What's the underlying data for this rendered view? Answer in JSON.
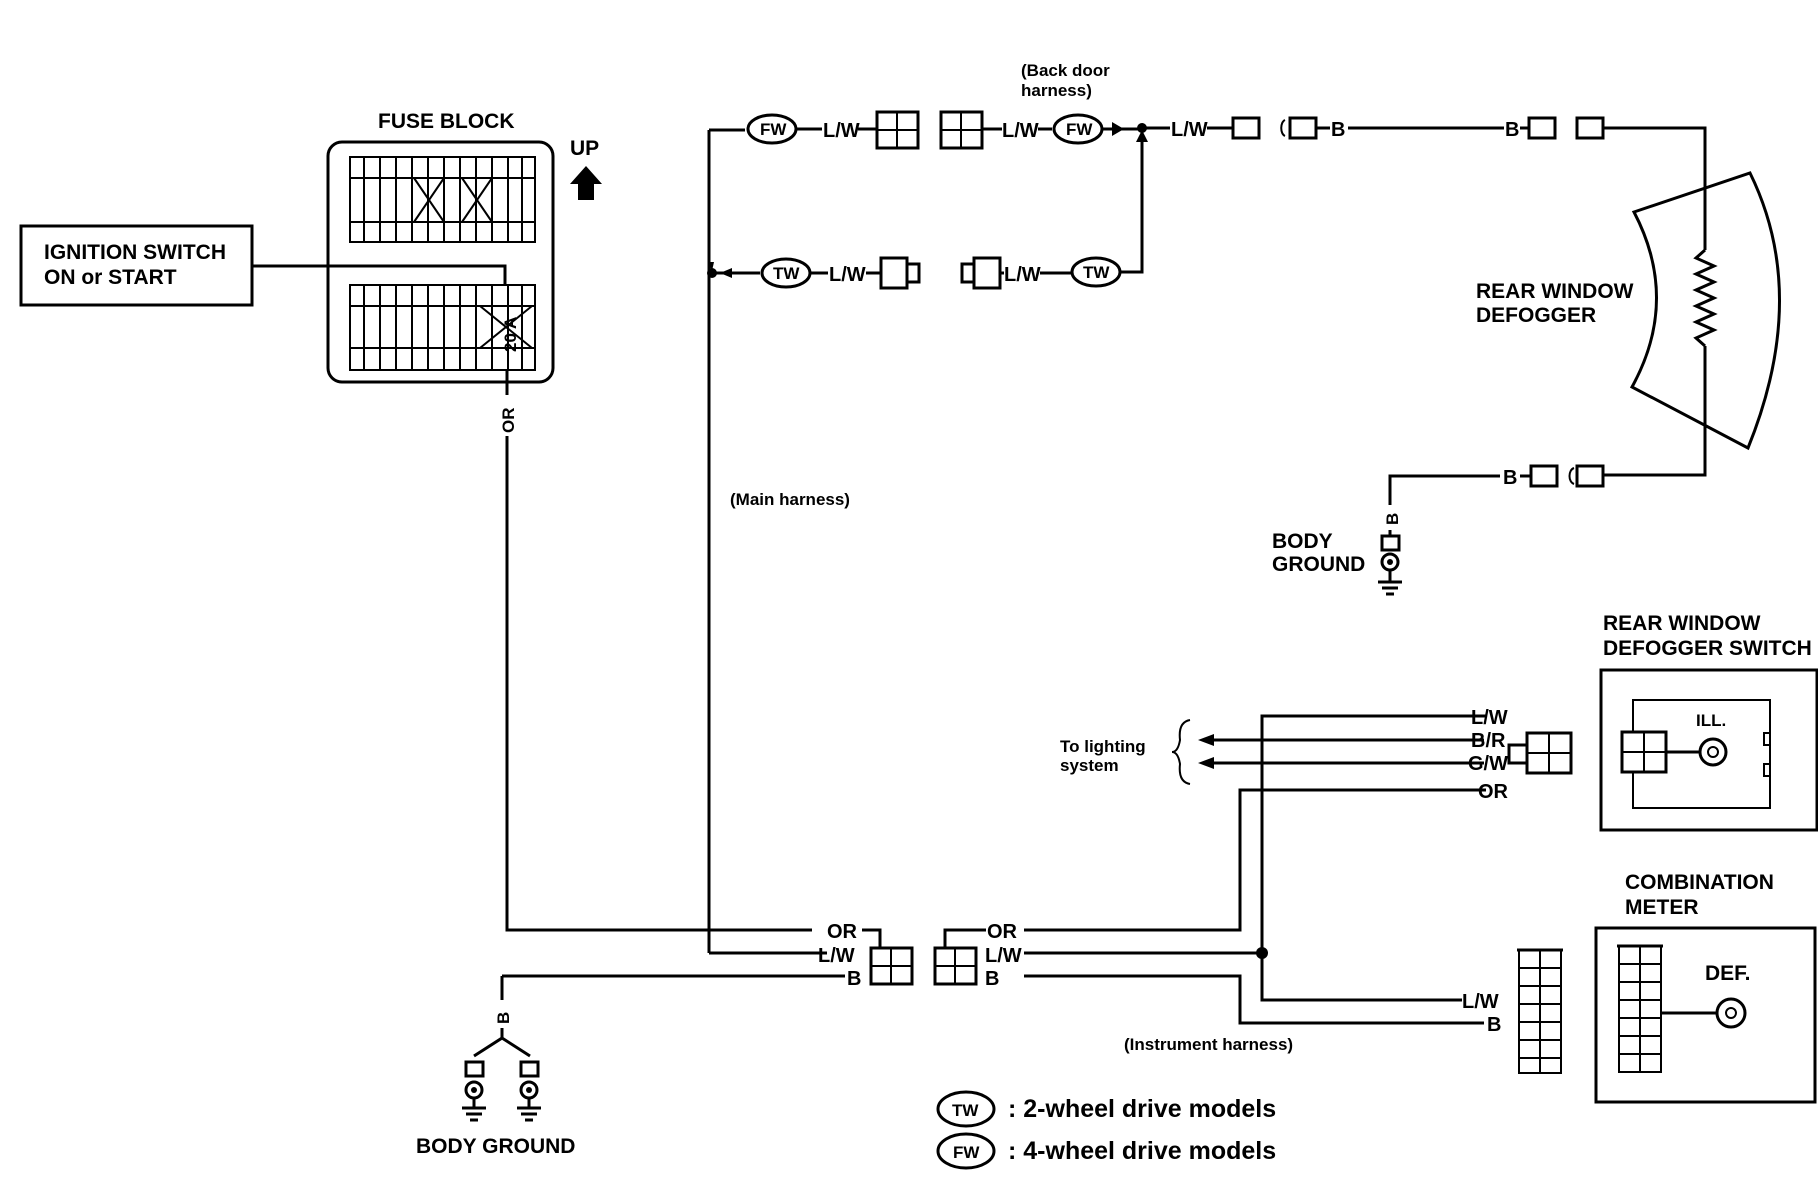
{
  "components": {
    "fuse_block": "FUSE BLOCK",
    "up_label": "UP",
    "fuse_rating": "20 A",
    "ignition_switch_line1": "IGNITION SWITCH",
    "ignition_switch_line2": "ON or START",
    "rear_window_defogger_line1": "REAR WINDOW",
    "rear_window_defogger_line2": "DEFOGGER",
    "body_ground_line1": "BODY",
    "body_ground_line2": "GROUND",
    "body_ground_bottom": "BODY GROUND",
    "defogger_switch_line1": "REAR WINDOW",
    "defogger_switch_line2": "DEFOGGER SWITCH",
    "ill_label": "ILL.",
    "combination_meter_line1": "COMBINATION",
    "combination_meter_line2": "METER",
    "def_label": "DEF.",
    "to_lighting_line1": "To lighting",
    "to_lighting_line2": "system"
  },
  "harness": {
    "back_door_line1": "(Back door",
    "back_door_line2": "harness)",
    "main": "(Main harness)",
    "instrument": "(Instrument harness)"
  },
  "wires": {
    "lw": "L/W",
    "b": "B",
    "or": "OR",
    "br": "B/R",
    "gw": "G/W"
  },
  "badges": {
    "fw": "FW",
    "tw": "TW"
  },
  "legend": {
    "tw_badge": "TW",
    "tw_text": ":  2-wheel drive models",
    "fw_badge": "FW",
    "fw_text": ":  4-wheel drive models"
  }
}
